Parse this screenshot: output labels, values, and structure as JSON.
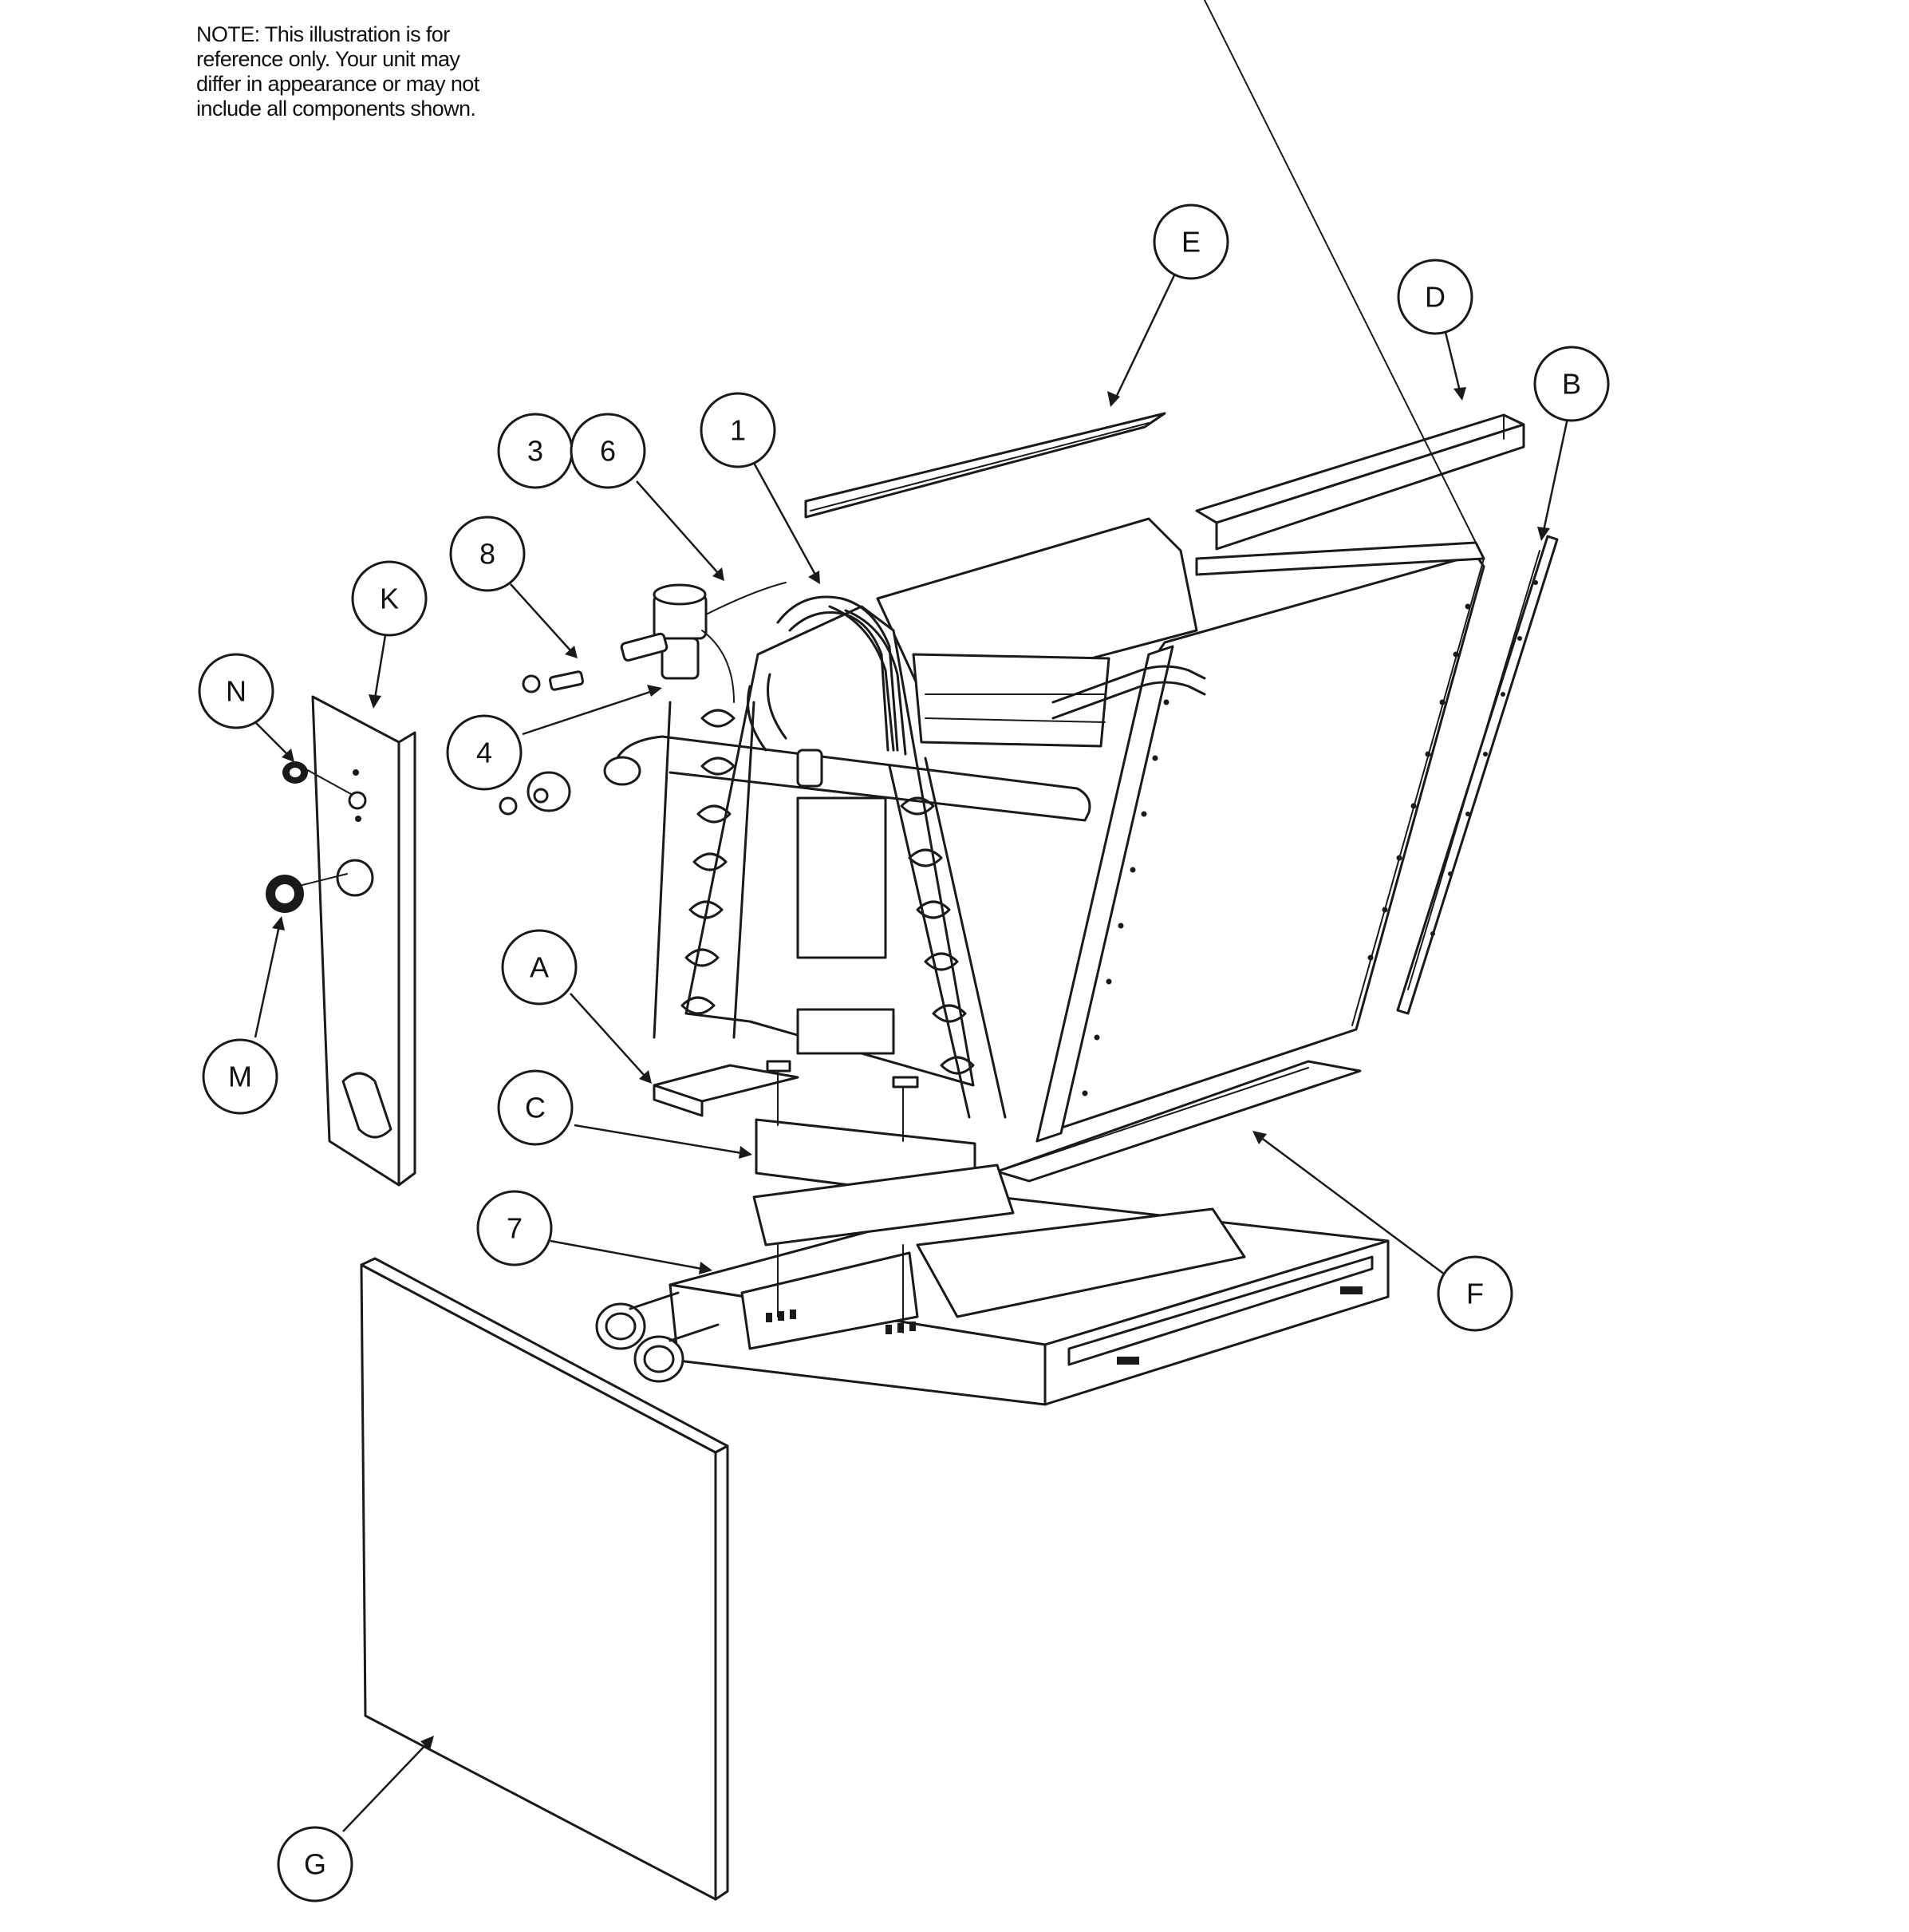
{
  "note": {
    "lines": [
      "NOTE: This illustration is for",
      "reference only. Your unit may",
      "differ in appearance or may not",
      "include all components shown."
    ]
  },
  "callouts": {
    "E": "E",
    "D": "D",
    "B": "B",
    "c3": "3",
    "c6": "6",
    "c1": "1",
    "c8": "8",
    "K": "K",
    "N": "N",
    "c4": "4",
    "M": "M",
    "A": "A",
    "C": "C",
    "c7": "7",
    "F": "F",
    "G": "G"
  }
}
